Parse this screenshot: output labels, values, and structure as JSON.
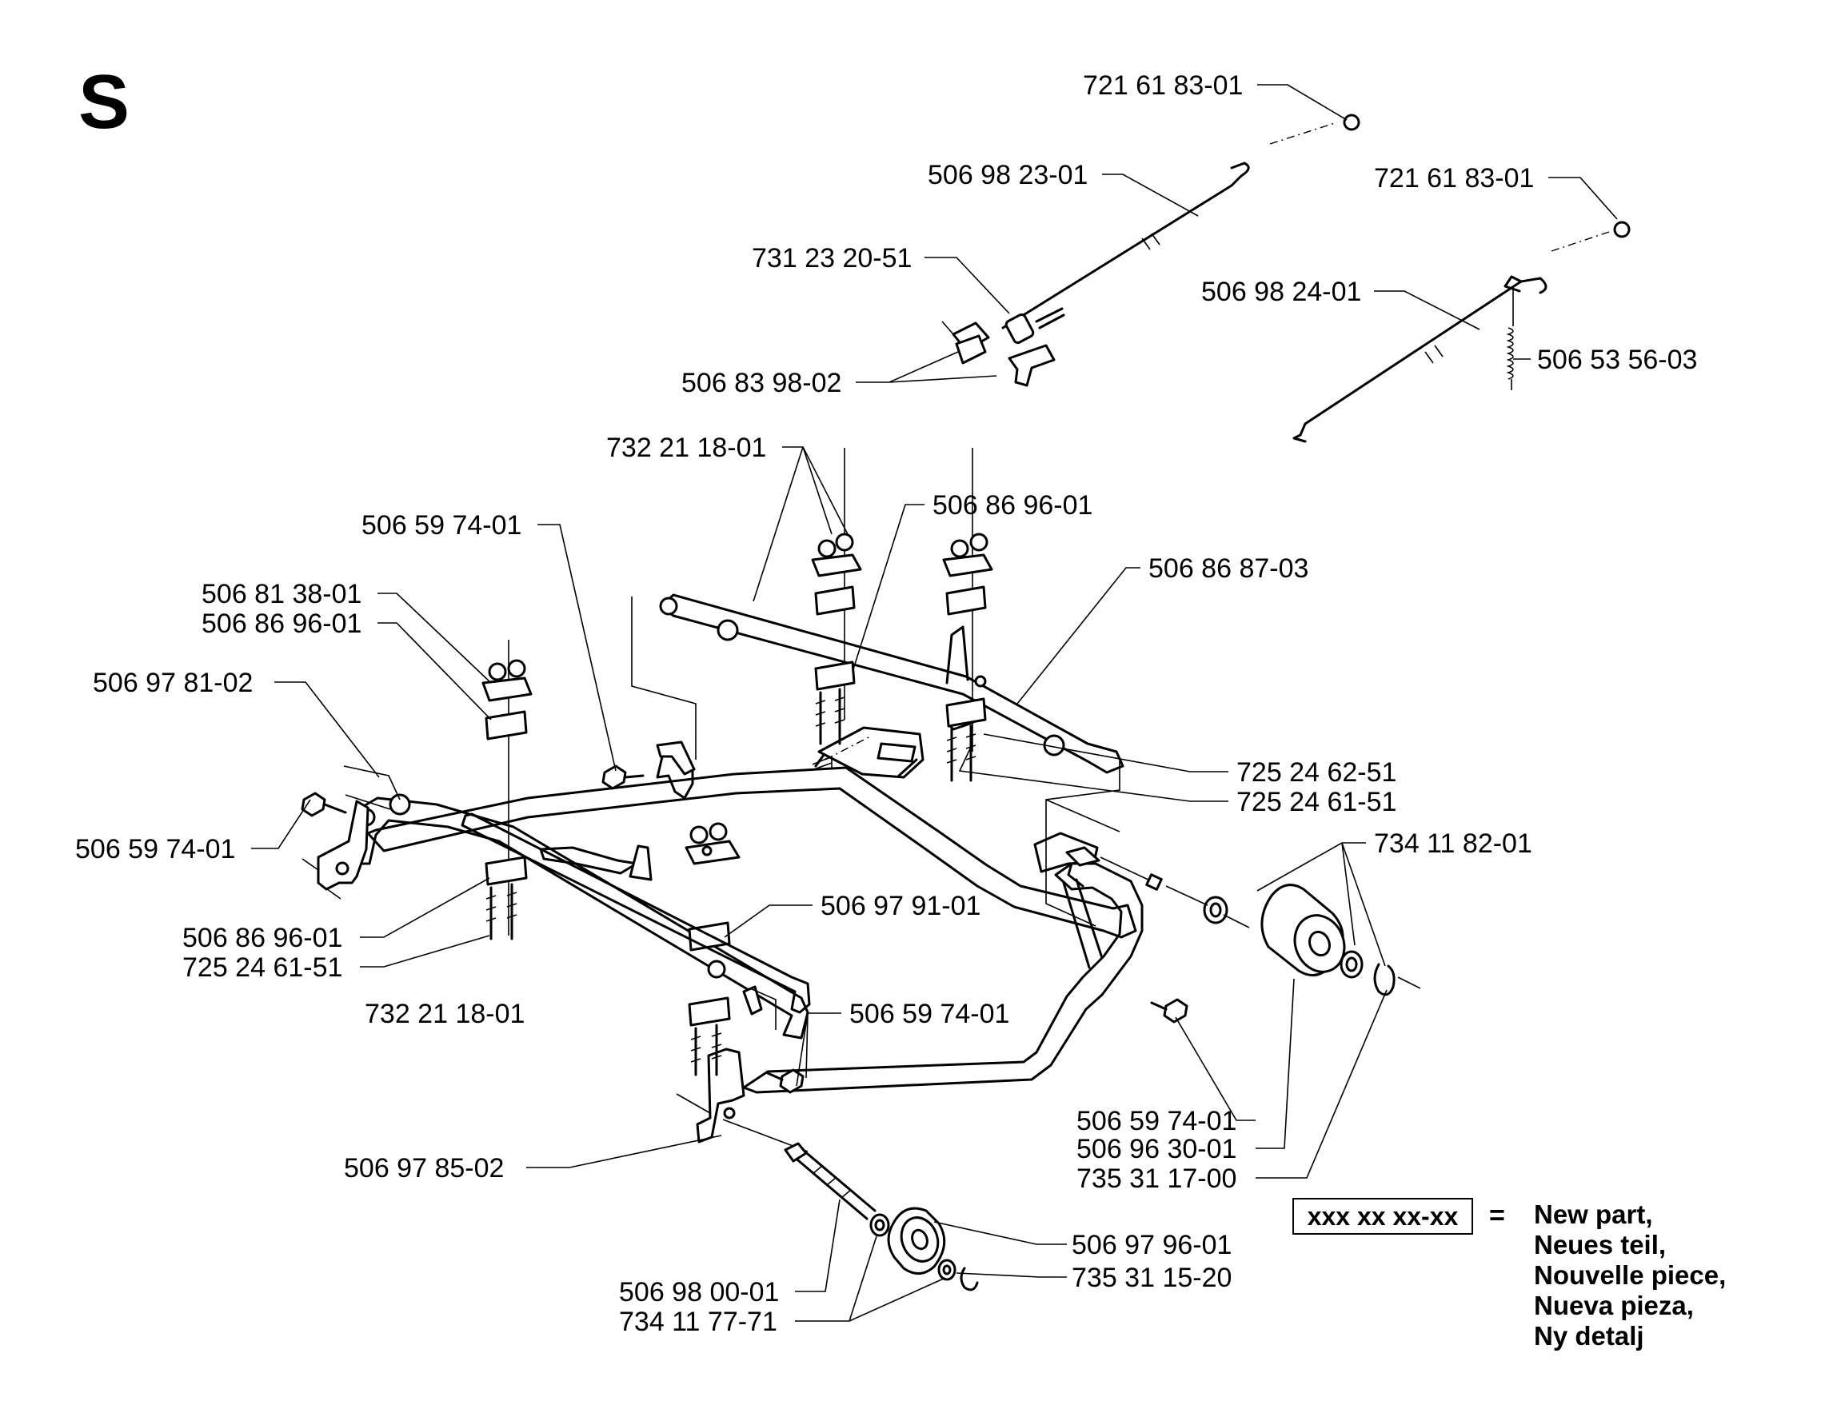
{
  "page": {
    "section_letter": "S"
  },
  "callouts": [
    "721 61 83-01",
    "506 98 23-01",
    "731 23 20-51",
    "506 83 98-02",
    "721 61 83-01",
    "506 98 24-01",
    "506 53 56-03",
    "732 21 18-01",
    "506 59 74-01",
    "506 86 96-01",
    "506 86 87-03",
    "506 81 38-01",
    "506 86 96-01",
    "506 97 81-02",
    "506 59 74-01",
    "725 24 62-51",
    "725 24 61-51",
    "734 11 82-01",
    "506 97 91-01",
    "506 86 96-01",
    "725 24 61-51",
    "732 21 18-01",
    "506 59 74-01",
    "506 59 74-01",
    "506 96 30-01",
    "735 31 17-00",
    "506 97 85-02",
    "506 97 96-01",
    "735 31 15-20",
    "506 98 00-01",
    "734 11 77-71"
  ],
  "legend": {
    "box_label": "xxx xx xx-xx",
    "equals": "=",
    "lines": [
      "New part,",
      "Neues teil,",
      "Nouvelle piece,",
      "Nueva pieza,",
      "Ny detalj"
    ]
  }
}
